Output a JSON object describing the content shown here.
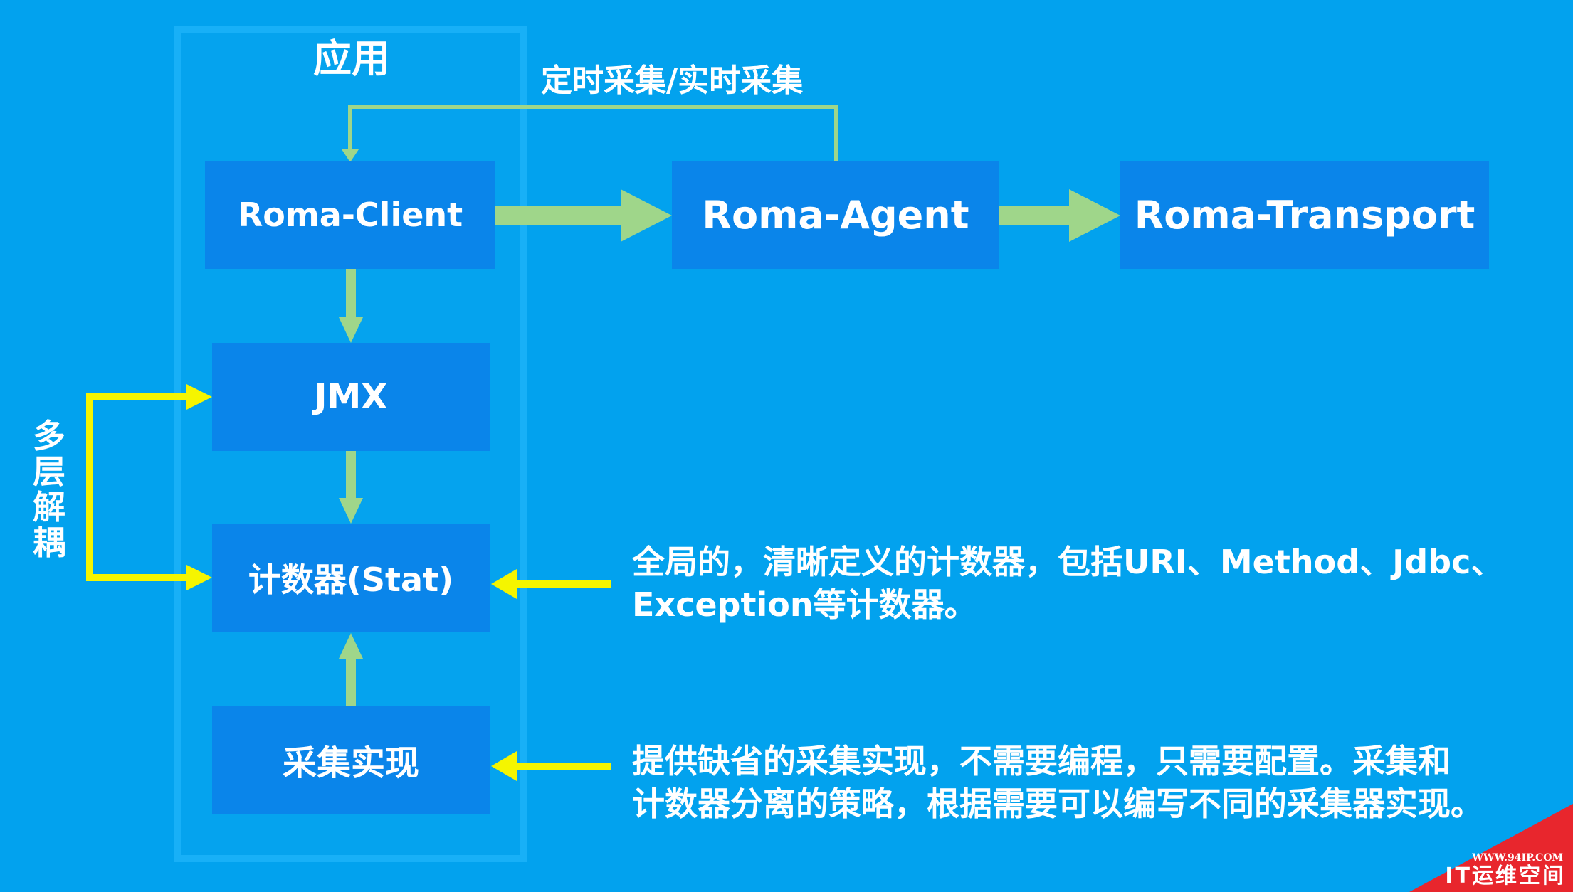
{
  "diagram": {
    "app_label": "应用",
    "timer_label": "定时采集/实时采集",
    "decouple_label": "多层解耦",
    "nodes": {
      "client": "Roma-Client",
      "agent": "Roma-Agent",
      "transport": "Roma-Transport",
      "jmx": "JMX",
      "stat": "计数器(Stat)",
      "impl": "采集实现"
    },
    "descriptions": {
      "stat_line1": "全局的，清晰定义的计数器，包括URI、Method、Jdbc、",
      "stat_line2": "Exception等计数器。",
      "impl_line1": "提供缺省的采集实现，不需要编程，只需要配置。采集和",
      "impl_line2": "计数器分离的策略，根据需要可以编写不同的采集器实现。"
    }
  },
  "watermark": {
    "url": "WWW.94IP.COM",
    "name": "IT运维空间"
  },
  "colors": {
    "background": "#02a2ee",
    "box": "#0a85ea",
    "container_border": "#18b0f7",
    "green_arrow": "#9fd68a",
    "yellow_arrow": "#f5f500",
    "watermark": "#e8262d"
  }
}
